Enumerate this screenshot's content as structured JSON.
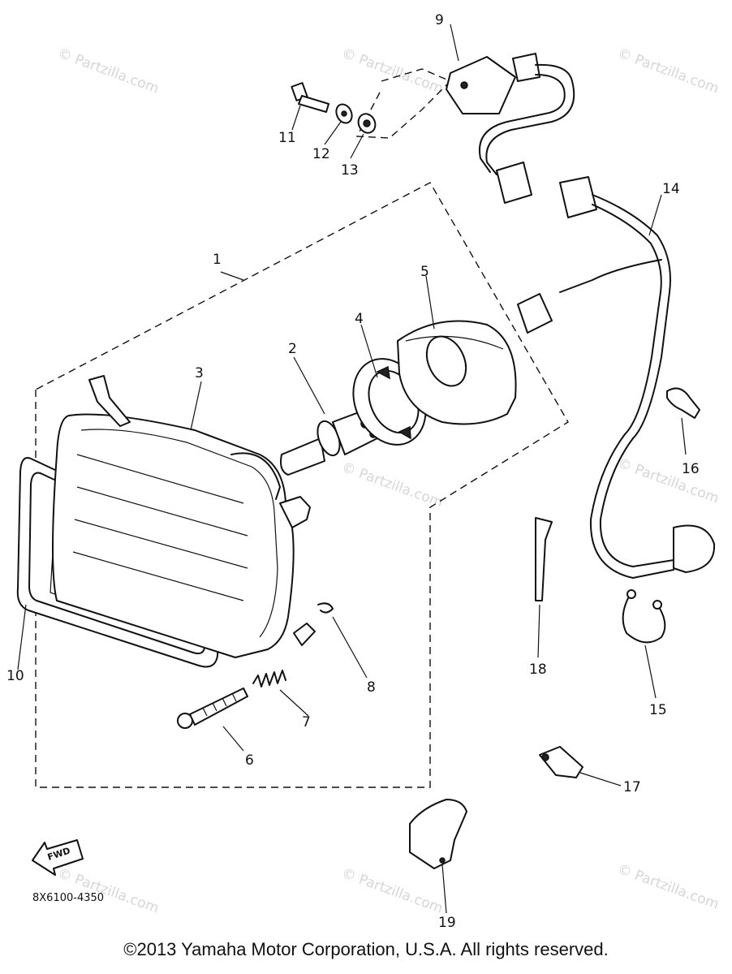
{
  "parts": [
    {
      "id": "1",
      "label": "1"
    },
    {
      "id": "2",
      "label": "2"
    },
    {
      "id": "3",
      "label": "3"
    },
    {
      "id": "4",
      "label": "4"
    },
    {
      "id": "5",
      "label": "5"
    },
    {
      "id": "6",
      "label": "6"
    },
    {
      "id": "7",
      "label": "7"
    },
    {
      "id": "8",
      "label": "8"
    },
    {
      "id": "9",
      "label": "9"
    },
    {
      "id": "10",
      "label": "10"
    },
    {
      "id": "11",
      "label": "11"
    },
    {
      "id": "12",
      "label": "12"
    },
    {
      "id": "13",
      "label": "13"
    },
    {
      "id": "14",
      "label": "14"
    },
    {
      "id": "15",
      "label": "15"
    },
    {
      "id": "16",
      "label": "16"
    },
    {
      "id": "17",
      "label": "17"
    },
    {
      "id": "18",
      "label": "18"
    },
    {
      "id": "19",
      "label": "19"
    }
  ],
  "watermark": "© Partzilla.com",
  "fwd_label": "FWD",
  "diagram_code": "8X6100-4350",
  "copyright": "©2013 Yamaha Motor Corporation, U.S.A. All rights reserved."
}
